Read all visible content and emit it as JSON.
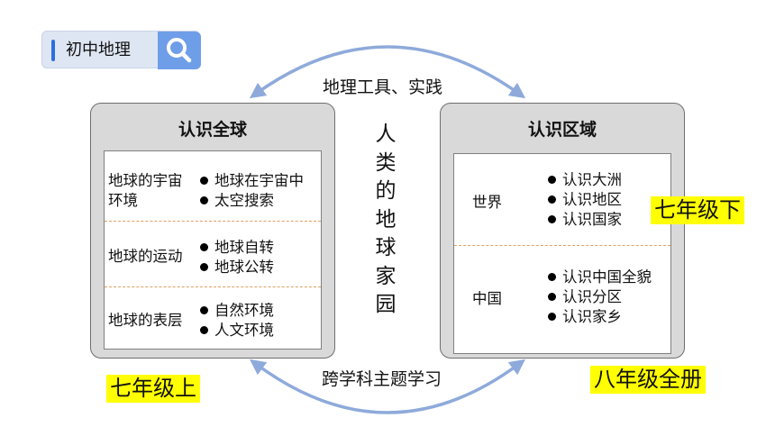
{
  "search": {
    "text": "初中地理"
  },
  "arcs": {
    "top_label": "地理工具、实践",
    "bottom_label": "跨学科主题学习"
  },
  "center_text": [
    "人",
    "类",
    "的",
    "地",
    "球",
    "家",
    "园"
  ],
  "left_panel": {
    "title": "认识全球",
    "rows": [
      {
        "label": [
          "地球的宇宙",
          "环境"
        ],
        "items": [
          "地球在宇宙中",
          "太空搜索"
        ]
      },
      {
        "label": [
          "地球的运动"
        ],
        "items": [
          "地球自转",
          "地球公转"
        ]
      },
      {
        "label": [
          "地球的表层"
        ],
        "items": [
          "自然环境",
          "人文环境"
        ]
      }
    ]
  },
  "right_panel": {
    "title": "认识区域",
    "rows": [
      {
        "label": [
          "世界"
        ],
        "items": [
          "认识大洲",
          "认识地区",
          "认识国家"
        ]
      },
      {
        "label": [
          "中国"
        ],
        "items": [
          "认识中国全貌",
          "认识分区",
          "认识家乡"
        ]
      }
    ]
  },
  "tags": {
    "left_bottom": "七年级上",
    "right_middle": "七年级下",
    "right_bottom": "八年级全册"
  },
  "colors": {
    "arc": "#8eaadb",
    "panel_fill": "#d9d9d9",
    "separator": "#e0a060",
    "tag": "#ffff00",
    "search_button": "#6f9ee8"
  }
}
